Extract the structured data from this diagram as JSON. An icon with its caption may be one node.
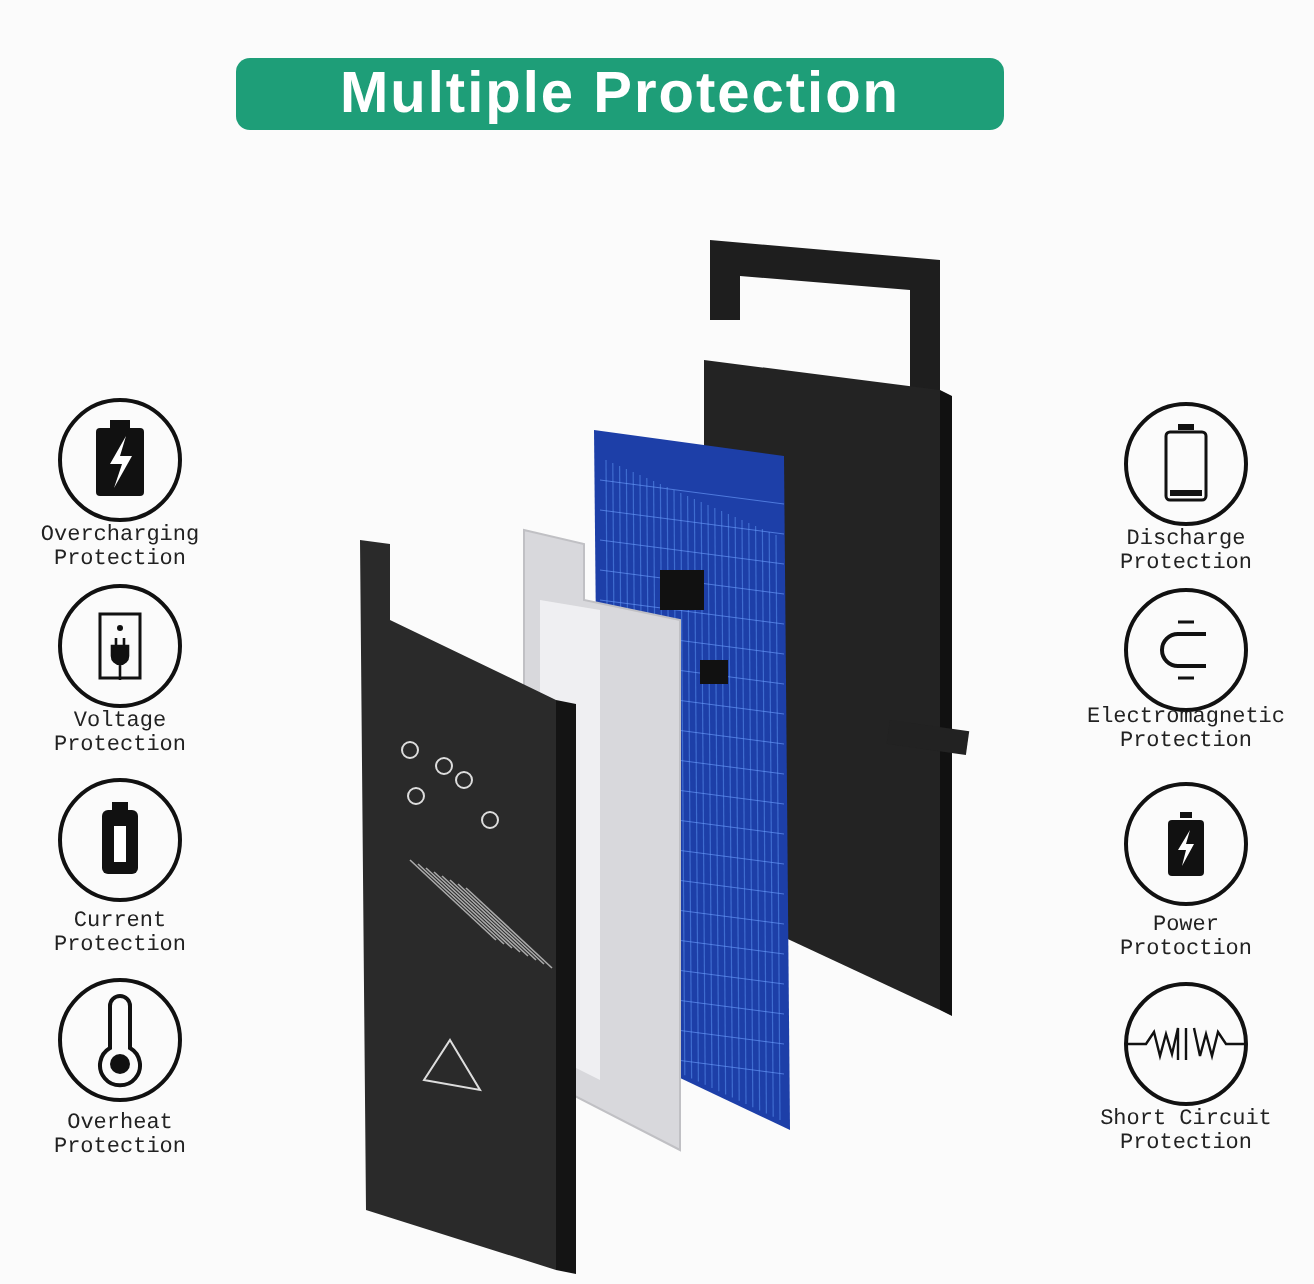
{
  "diagram": {
    "title": "Multiple Protection",
    "labels": [
      "Overcharging Protection",
      "Discharge Protection",
      "Voltage Protection",
      "Electromagnetic Protection",
      "Current Protection",
      "Power Protoction",
      "Overheat Protection",
      "Short Circuit Protection"
    ]
  }
}
